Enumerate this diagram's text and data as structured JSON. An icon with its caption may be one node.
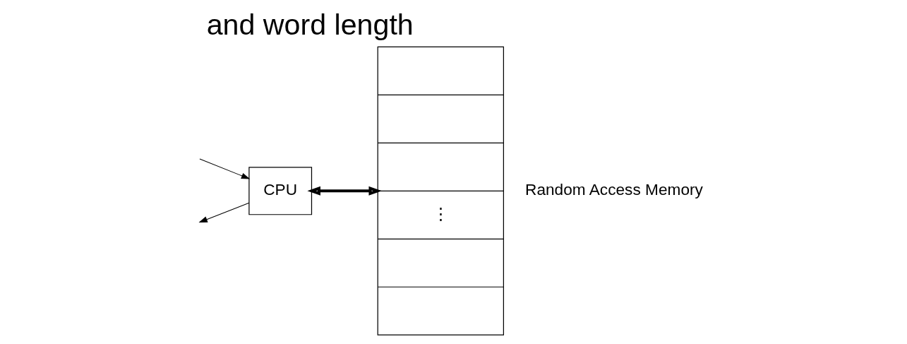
{
  "diagram": {
    "title": "and word length",
    "nodes": [
      {
        "text": [
          "CPU"
        ]
      },
      {
        "text": [
          "⋮"
        ],
        "beside": [
          "Random Access Memory"
        ]
      }
    ],
    "edges": [
      {
        "from": null,
        "to": 0,
        "arrow": "to"
      },
      {
        "from": 0,
        "to": null,
        "arrow": "to"
      },
      {
        "from": 0,
        "to": 1,
        "arrow": "both",
        "style": "thick"
      }
    ]
  }
}
